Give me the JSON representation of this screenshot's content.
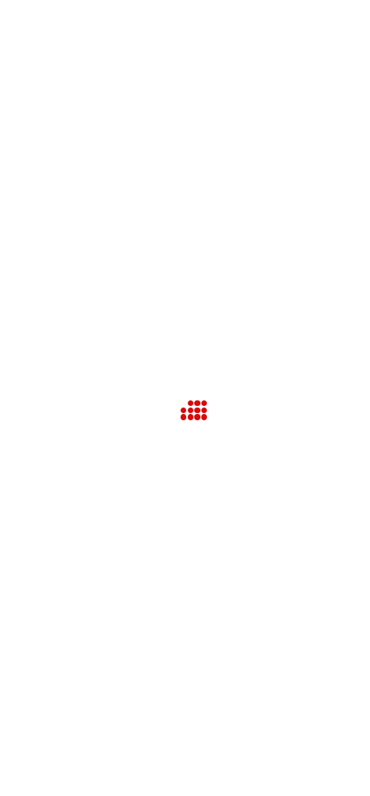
{
  "loader": {
    "icon": "brand-dots-logo-icon",
    "color": "#d90a0a",
    "pattern": [
      [
        0,
        1,
        1,
        1
      ],
      [
        1,
        1,
        1,
        1
      ],
      [
        1,
        1,
        1,
        1
      ]
    ]
  }
}
